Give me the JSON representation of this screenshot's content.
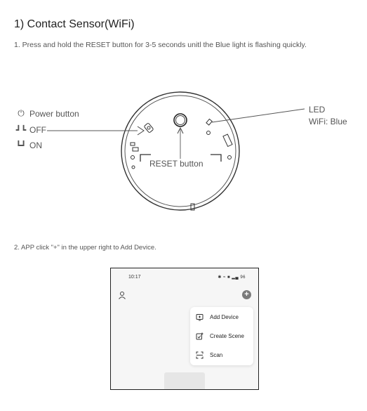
{
  "title": "1) Contact Sensor(WiFi)",
  "step1": "1. Press and hold the RESET button for 3-5 seconds unitl the Blue light is flashing quickly.",
  "diagram": {
    "power_button": "Power button",
    "off": "OFF",
    "on": "ON",
    "led": "LED",
    "wifi": "WiFi: Blue",
    "reset": "RESET button"
  },
  "step2": "2. APP click  \"+\" in the upper right to Add Device.",
  "phone": {
    "time": "10:17",
    "status": "✱ ≈ ■ ▂▄ 96",
    "plus": "+",
    "menu": [
      {
        "label": "Add Device",
        "icon": "add-device-icon"
      },
      {
        "label": "Create Scene",
        "icon": "create-scene-icon"
      },
      {
        "label": "Scan",
        "icon": "scan-icon"
      }
    ]
  }
}
